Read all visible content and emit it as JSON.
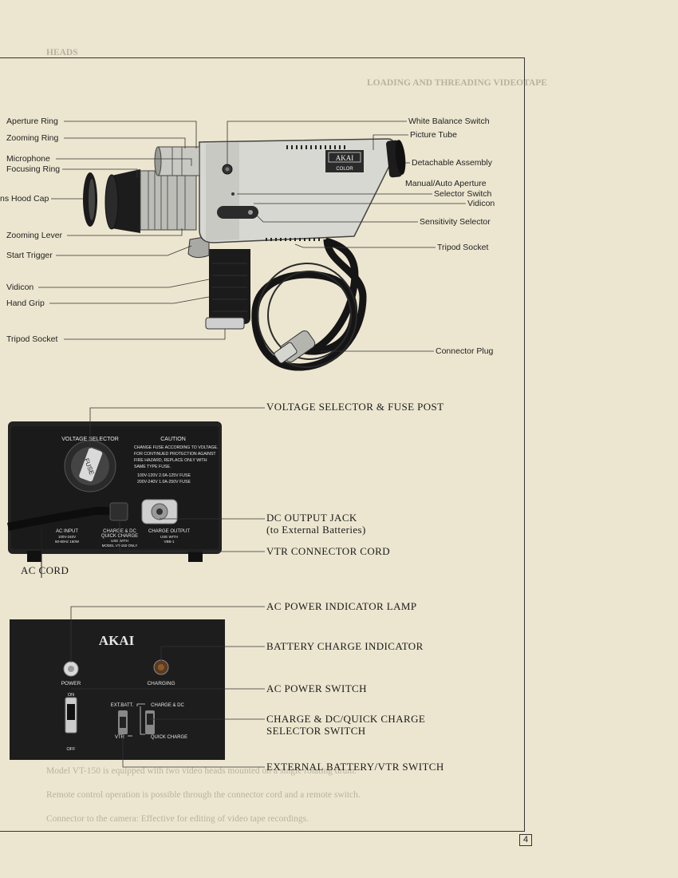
{
  "page_number": "4",
  "camera_labels": {
    "aperture_ring": "Aperture Ring",
    "zooming_ring": "Zooming Ring",
    "microphone": "Microphone",
    "focusing_ring": "Focusing Ring",
    "lens_hood_cap": "ns Hood Cap",
    "zooming_lever": "Zooming Lever",
    "start_trigger": "Start Trigger",
    "vidicon_left": "Vidicon",
    "hand_grip": "Hand Grip",
    "tripod_socket_left": "Tripod Socket",
    "white_balance_switch": "White Balance Switch",
    "picture_tube": "Picture Tube",
    "detachable_assembly": "Detachable Assembly",
    "manual_auto_aperture": "Manual/Auto Aperture",
    "selector_switch": "Selector Switch",
    "vidicon_right": "Vidicon",
    "sensitivity_selector": "Sensitivity Selector",
    "tripod_socket_right": "Tripod Socket",
    "connector_plug": "Connector Plug"
  },
  "camera_body": {
    "brand_badge_top": "AKAI",
    "brand_badge_bottom": "COLOR"
  },
  "charger_labels": {
    "voltage_selector_fuse_post": "VOLTAGE SELECTOR & FUSE POST",
    "dc_output_jack": "DC OUTPUT JACK",
    "dc_output_jack_sub": "(to External Batteries)",
    "vtr_connector_cord": "VTR CONNECTOR CORD",
    "ac_cord": "AC CORD"
  },
  "charger_panel": {
    "voltage_selector": "VOLTAGE SELECTOR",
    "fuse": "FUSE",
    "caution_title": "CAUTION",
    "caution_lines": [
      "CHANGE FUSE ACCORDING TO VOLTAGE.",
      "FOR CONTINUED PROTECTION AGAINST",
      "FIRE HAZARD, REPLACE ONLY WITH",
      "SAME TYPE FUSE.",
      "100V-120V  2.0A-125V FUSE",
      "200V-240V  1.0A-250V FUSE"
    ],
    "ac_input": [
      "AC INPUT",
      "100V-240V",
      "50-60Hz 160W"
    ],
    "charge_dc": [
      "CHARGE & DC",
      "QUICK CHARGE",
      "USE WITH",
      "MODEL VT-150 ONLY"
    ],
    "charge_output": [
      "CHARGE OUTPUT",
      "USE WITH",
      "VBB-1"
    ]
  },
  "front_labels": {
    "ac_power_indicator_lamp": "AC POWER INDICATOR LAMP",
    "battery_charge_indicator": "BATTERY CHARGE INDICATOR",
    "ac_power_switch": "AC POWER SWITCH",
    "charge_dc_quick_charge": "CHARGE & DC/QUICK CHARGE",
    "selector_switch": "SELECTOR SWITCH",
    "external_battery_vtr_switch": "EXTERNAL BATTERY/VTR SWITCH"
  },
  "front_panel": {
    "brand": "AKAI",
    "power": "POWER",
    "charging": "CHARGING",
    "on": "ON",
    "off": "OFF",
    "ext_batt": "EXT.BATT.",
    "vtr": "VTR",
    "charge_dc": "CHARGE & DC",
    "quick_charge": "QUICK CHARGE"
  },
  "bleed_through": {
    "top_left_heading": "HEADS",
    "top_right_heading": "LOADING AND THREADING VIDEOTAPE",
    "bottom_lines": [
      "Model VT-150 is equipped with two video heads mounted on a single rotating drum.",
      "Remote control operation is possible through the connector cord and a remote switch.",
      "Connector to the camera: Effective for editing of video tape recordings."
    ]
  }
}
